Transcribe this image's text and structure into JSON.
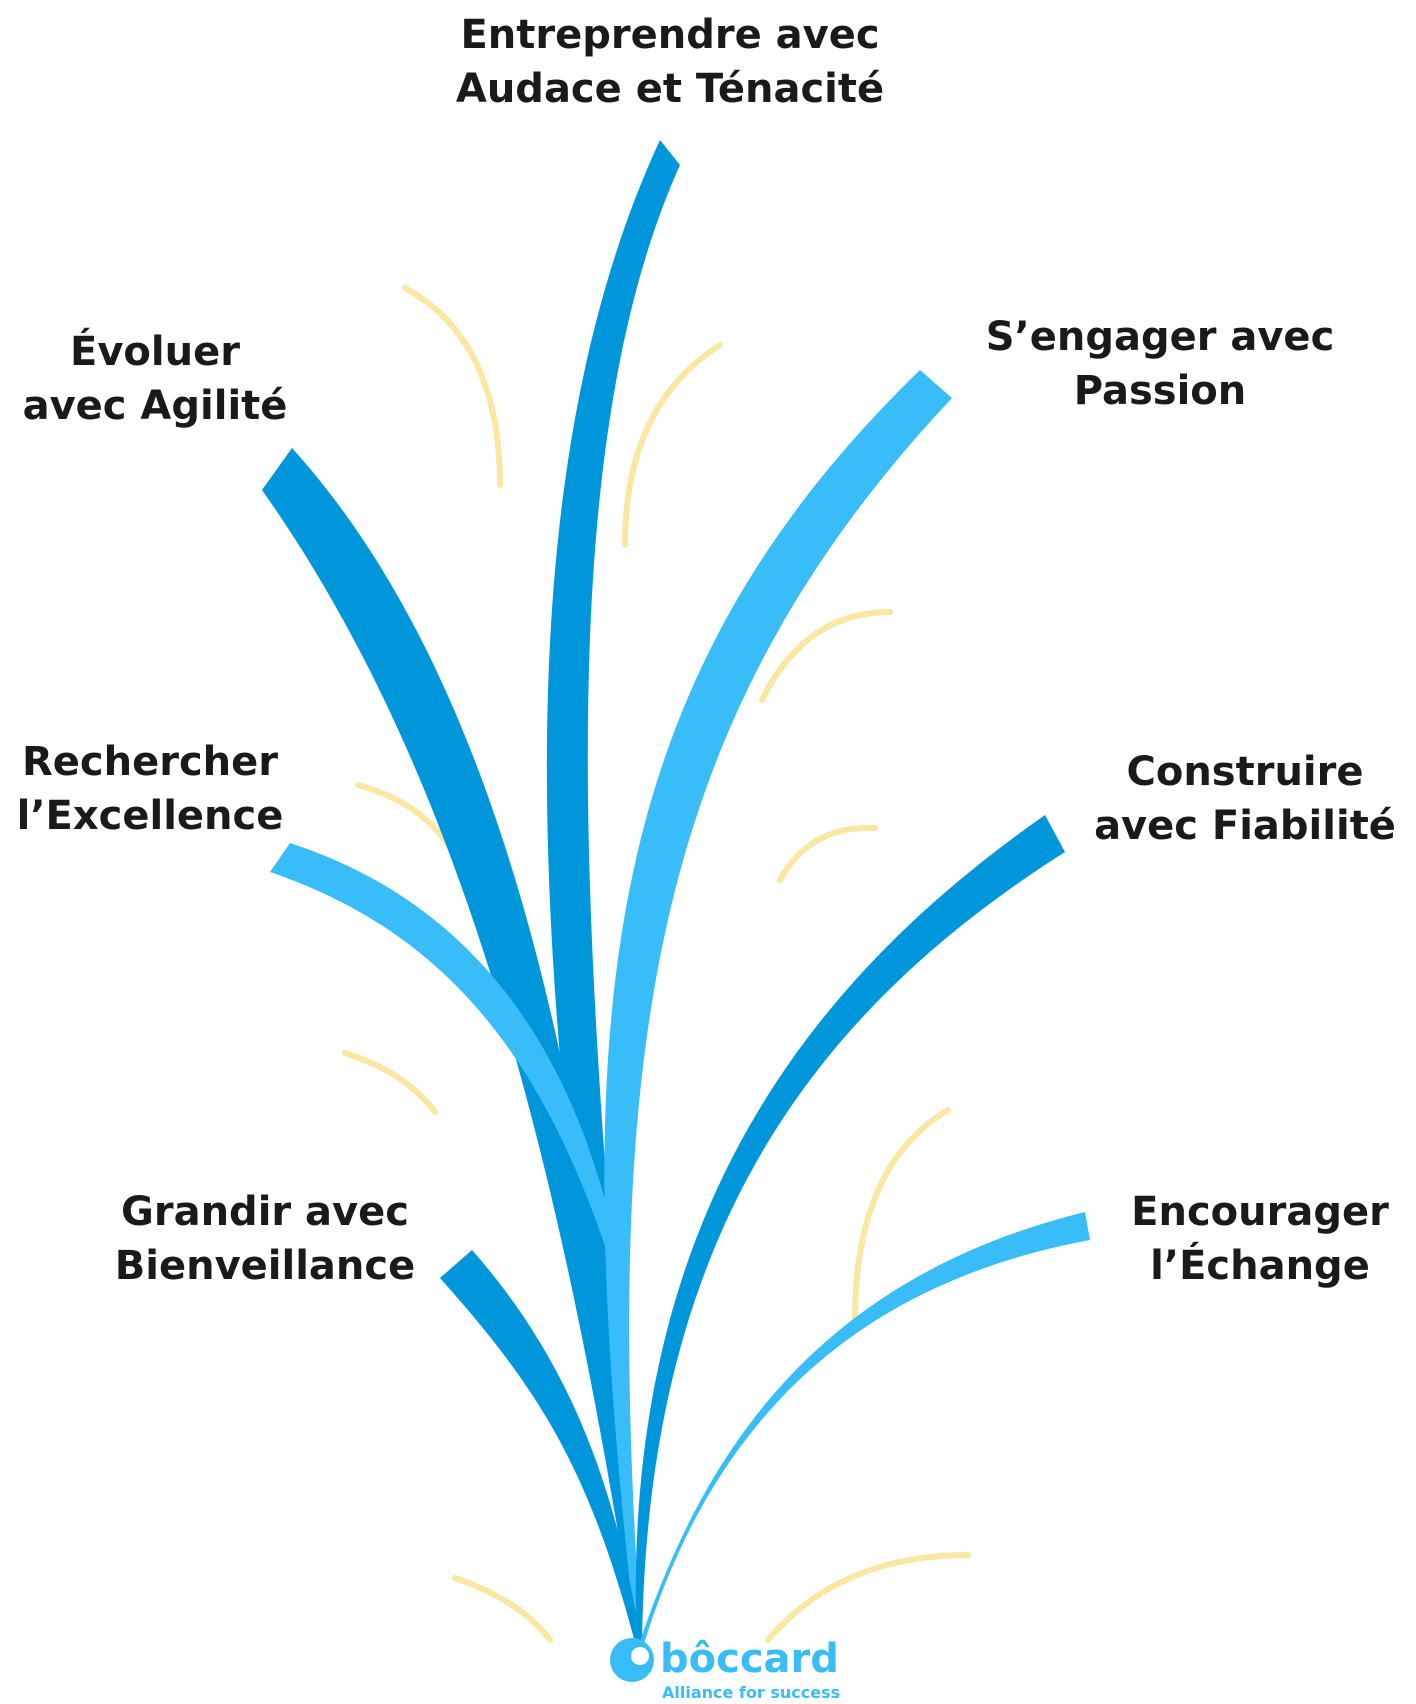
{
  "values": [
    {
      "line1": "Entreprendre avec",
      "line2": "Audace et Ténacité",
      "color": "#0096dc"
    },
    {
      "line1": "Évoluer",
      "line2": "avec Agilité",
      "color": "#0096dc"
    },
    {
      "line1": "S’engager avec",
      "line2": "Passion",
      "color": "#38bdf8"
    },
    {
      "line1": "Rechercher",
      "line2": "l’Excellence",
      "color": "#38bdf8"
    },
    {
      "line1": "Construire",
      "line2": "avec Fiabilité",
      "color": "#0096dc"
    },
    {
      "line1": "Grandir avec",
      "line2": "Bienveillance",
      "color": "#0096dc"
    },
    {
      "line1": "Encourager",
      "line2": "l’Échange",
      "color": "#38bdf8"
    }
  ],
  "logo": {
    "name": "bôccard",
    "tagline": "Alliance for success"
  },
  "colors": {
    "dark_blue": "#0096dc",
    "light_blue": "#38bdf8",
    "accent_yellow": "#fbe6a2"
  }
}
